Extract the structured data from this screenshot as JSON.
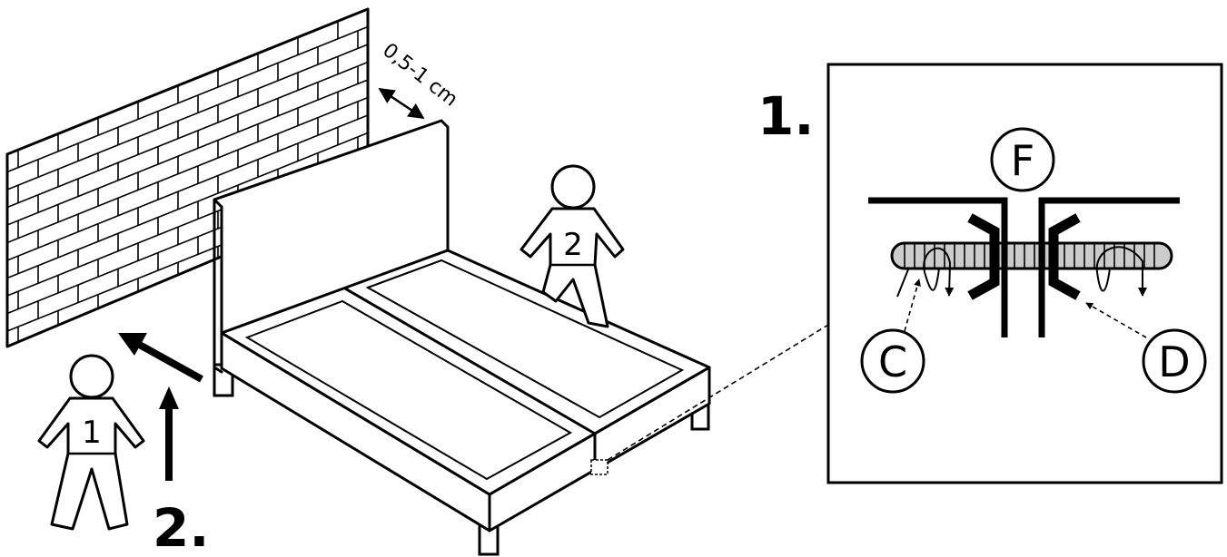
{
  "gap_label": "0,5-1 cm",
  "steps": {
    "step1": "1.",
    "step2": "2."
  },
  "persons": {
    "p1": "1",
    "p2": "2"
  },
  "detail_labels": {
    "top": "F",
    "left": "C",
    "right": "D"
  },
  "colors": {
    "line": "#000000",
    "background": "#ffffff",
    "bolt_fill": "#cccccc"
  }
}
